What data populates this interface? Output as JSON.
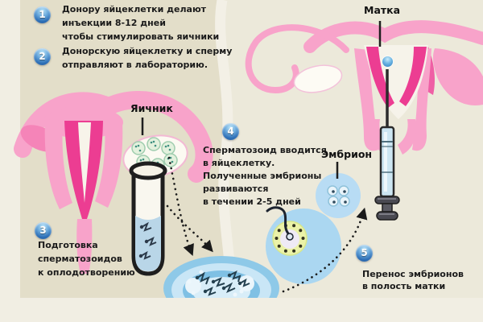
{
  "diagram": {
    "steps": [
      {
        "number": "1",
        "text": "Донору яйцеклетки делают\nинъекции 8-12 дней\nчтобы стимулировать яичники"
      },
      {
        "number": "2",
        "text": "Донорскую яйцеклетку и сперму\nотправляют в лабораторию."
      },
      {
        "number": "3",
        "text": "Подготовка\nсперматозоидов\nк оплодотворению"
      },
      {
        "number": "4",
        "text": "Сперматозоид вводится\nв яйцеклетку.\nПолученные эмбрионы\nразвиваются\nв течении 2-5 дней"
      },
      {
        "number": "5",
        "text": "Перенос эмбрионов\nв полость матки"
      }
    ],
    "labels": {
      "ovary": "Яичник",
      "uterus": "Матка",
      "embryo": "Эмбрион"
    },
    "colors": {
      "step_badge_blue": "#2a6cb4",
      "pink_light": "#f8a3ca",
      "pink_dark": "#ec3d92",
      "background_beige": "#e3dec9",
      "background_cream": "#f1eee3",
      "petri_blue": "#8ec9e8",
      "icsi_ring_yellow": "#ebf2a8",
      "embryo_circle_blue": "#b8dcf4",
      "text_color": "#1b1b1b"
    }
  }
}
